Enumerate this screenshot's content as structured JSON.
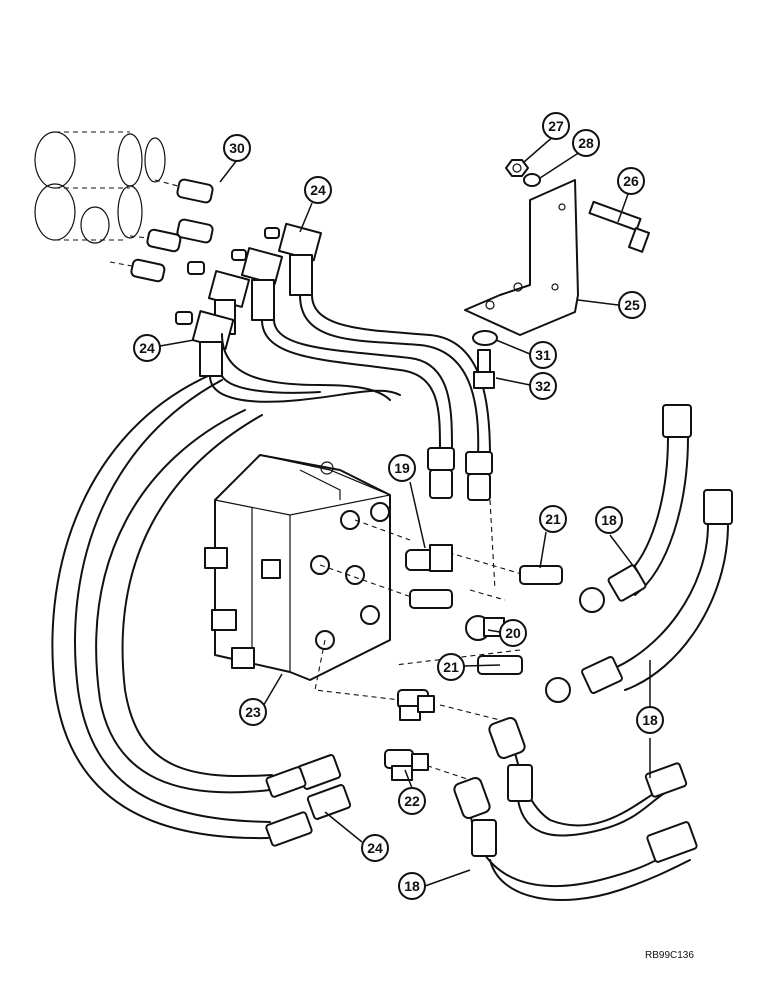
{
  "drawing_ref": "RB99C136",
  "callouts": [
    {
      "id": "c30",
      "label": "30"
    },
    {
      "id": "c24a",
      "label": "24"
    },
    {
      "id": "c24b",
      "label": "24"
    },
    {
      "id": "c27",
      "label": "27"
    },
    {
      "id": "c28",
      "label": "28"
    },
    {
      "id": "c26",
      "label": "26"
    },
    {
      "id": "c25",
      "label": "25"
    },
    {
      "id": "c31",
      "label": "31"
    },
    {
      "id": "c32",
      "label": "32"
    },
    {
      "id": "c19",
      "label": "19"
    },
    {
      "id": "c21a",
      "label": "21"
    },
    {
      "id": "c18a",
      "label": "18"
    },
    {
      "id": "c20",
      "label": "20"
    },
    {
      "id": "c21b",
      "label": "21"
    },
    {
      "id": "c23",
      "label": "23"
    },
    {
      "id": "c18b",
      "label": "18"
    },
    {
      "id": "c22",
      "label": "22"
    },
    {
      "id": "c24c",
      "label": "24"
    },
    {
      "id": "c18c",
      "label": "18"
    }
  ]
}
